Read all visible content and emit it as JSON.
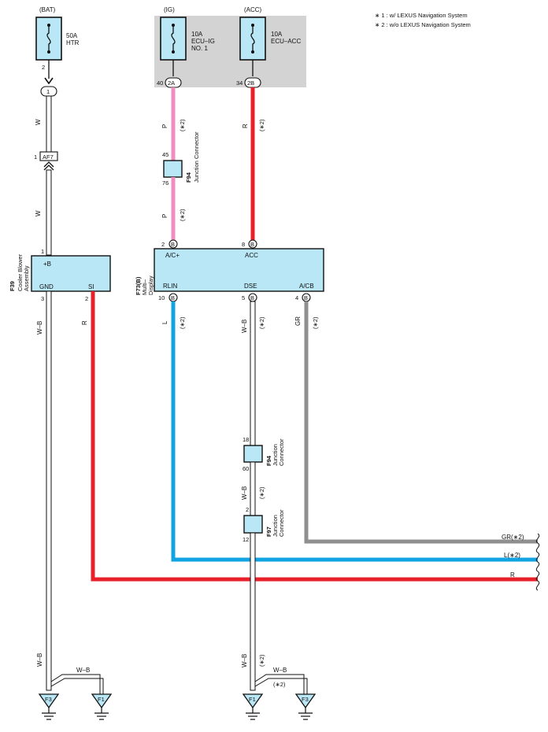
{
  "legend": {
    "note1": "∗ 1 : w/ LEXUS Navigation System",
    "note2": "∗ 2 : w/o LEXUS Navigation System"
  },
  "colors": {
    "W": "#ffffff",
    "P": "#f08cc0",
    "R": "#e8202a",
    "L": "#12a4e2",
    "GR": "#8f8f8f",
    "component_fill": "#b9e7f6",
    "relay_box_fill": "#d3d3d3"
  },
  "fuses": {
    "bat": {
      "source": "(BAT)",
      "rating": "50A",
      "name": "HTR",
      "pin_out": "2"
    },
    "ig": {
      "source": "(IG)",
      "rating": "10A",
      "name1": "ECU–IG",
      "name2": "NO. 1",
      "pin_num": "40",
      "connector": "2A"
    },
    "acc": {
      "source": "(ACC)",
      "rating": "10A",
      "name": "ECU–ACC",
      "pin_num": "34",
      "connector": "2B"
    }
  },
  "connectors": {
    "c1": "1",
    "af7": {
      "pin": "1",
      "name": "AF7"
    }
  },
  "wires": {
    "w": "W",
    "p": "P",
    "r": "R",
    "l": "L",
    "wb": "W–B",
    "gr": "GR",
    "note2": "(∗2)"
  },
  "junction_f94_top": {
    "pin_in": "45",
    "pin_out": "76",
    "code": "F94",
    "name": "Junction Connector"
  },
  "junction_f94_bottom": {
    "pin_in": "18",
    "pin_out": "60",
    "code": "F94",
    "name1": "Junction",
    "name2": "Connector"
  },
  "junction_f97": {
    "pin_in": "2",
    "pin_out": "12",
    "code": "F97",
    "name1": "Junction",
    "name2": "Connector"
  },
  "blower": {
    "code": "F39",
    "name1": "Cooler Blower",
    "name2": "Assembly",
    "pin_top": "1",
    "label_b": "+B",
    "label_gnd": "GND",
    "label_si": "SI",
    "pin_gnd": "3",
    "pin_si": "2"
  },
  "multi_display": {
    "code": "F73(B)",
    "name1": "Multi–",
    "name2": "Display",
    "connector": "B",
    "pin_acp": "2",
    "pin_acc": "8",
    "label_acp": "A/C+",
    "label_acc": "ACC",
    "pin_rlin": "10",
    "pin_dse": "5",
    "pin_acb": "4",
    "label_rlin": "RLIN",
    "label_dse": "DSE",
    "label_acb": "A/CB"
  },
  "continuation": {
    "gr": "GR(∗2)",
    "l": "L(∗2)",
    "r": "R"
  },
  "grounds": {
    "g1": "F3",
    "g2": "F1",
    "g3": "F1",
    "g4": "F3"
  }
}
